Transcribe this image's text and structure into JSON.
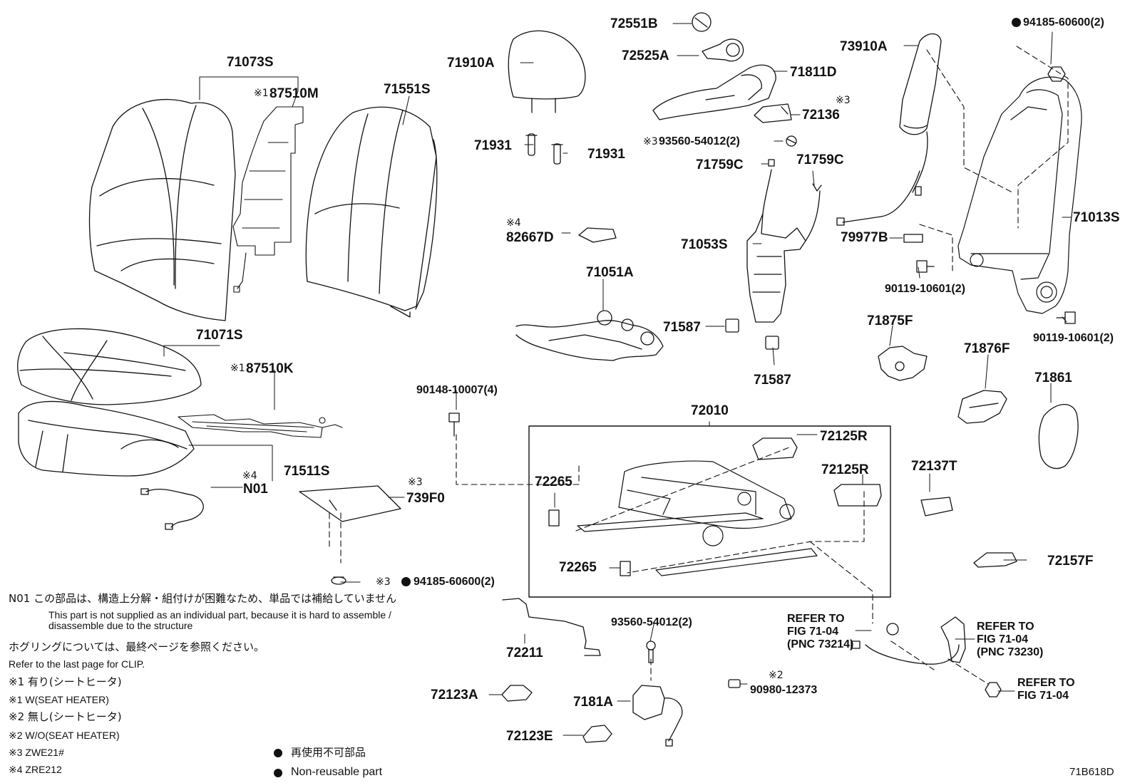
{
  "parts": {
    "p71073S": "71073S",
    "p87510M": "87510M",
    "p71551S": "71551S",
    "p71910A": "71910A",
    "p71931a": "71931",
    "p71931b": "71931",
    "p72551B": "72551B",
    "p72525A": "72525A",
    "p71811D": "71811D",
    "p72136": "72136",
    "p93560_54012_2a": "93560-54012(2)",
    "p71759Ca": "71759C",
    "p71759Cb": "71759C",
    "p73910A": "73910A",
    "p94185_60600_top": "94185-60600(2)",
    "p71013S": "71013S",
    "p82667D": "82667D",
    "p71053S": "71053S",
    "p79977B": "79977B",
    "p90119_10601_a": "90119-10601(2)",
    "p90119_10601_b": "90119-10601(2)",
    "p71051A": "71051A",
    "p71587a": "71587",
    "p71587b": "71587",
    "p71875F": "71875F",
    "p71876F": "71876F",
    "p71861": "71861",
    "p71071S": "71071S",
    "p87510K": "87510K",
    "p71511S": "71511S",
    "pN01": "N01",
    "p90148_10007": "90148-10007(4)",
    "p739F0": "739F0",
    "p72010": "72010",
    "p72125Ra": "72125R",
    "p72125Rb": "72125R",
    "p72265a": "72265",
    "p72265b": "72265",
    "p72137T": "72137T",
    "p72157F": "72157F",
    "p94185_60600_bottom": "94185-60600(2)",
    "p72211": "72211",
    "p93560_54012_2b": "93560-54012(2)",
    "p72123A": "72123A",
    "p7181A": "7181A",
    "p72123E": "72123E",
    "p90980_12373": "90980-12373"
  },
  "marks": {
    "m1": "※1",
    "m2": "※2",
    "m3": "※3",
    "m4": "※4"
  },
  "refer": {
    "a1": "REFER TO",
    "a2": "FIG 71-04",
    "a3": "(PNC 73214)",
    "b1": "REFER TO",
    "b2": "FIG 71-04",
    "b3": "(PNC 73230)",
    "c1": "REFER TO",
    "c2": "FIG 71-04"
  },
  "notes": {
    "n01_jp": "N01 この部品は、構造上分解・組付けが困難なため、単品では補給していません",
    "n01_en1": "This part is not supplied as an individual part, because it is hard to assemble /",
    "n01_en2": "disassemble due to the structure",
    "clip_jp": "ホグリングについては、最終ページを参照ください。",
    "clip_en": "Refer to the last page for CLIP.",
    "l1_jp": "※1 有り(シートヒータ)",
    "l1_en": "※1 W(SEAT HEATER)",
    "l2_jp": "※2 無し(シートヒータ)",
    "l2_en": "※2 W/O(SEAT HEATER)",
    "l3": "※3 ZWE21#",
    "l4": "※4 ZRE212",
    "nr_jp": "再使用不可部品",
    "nr_en": "Non-reusable part",
    "code": "71B618D"
  }
}
